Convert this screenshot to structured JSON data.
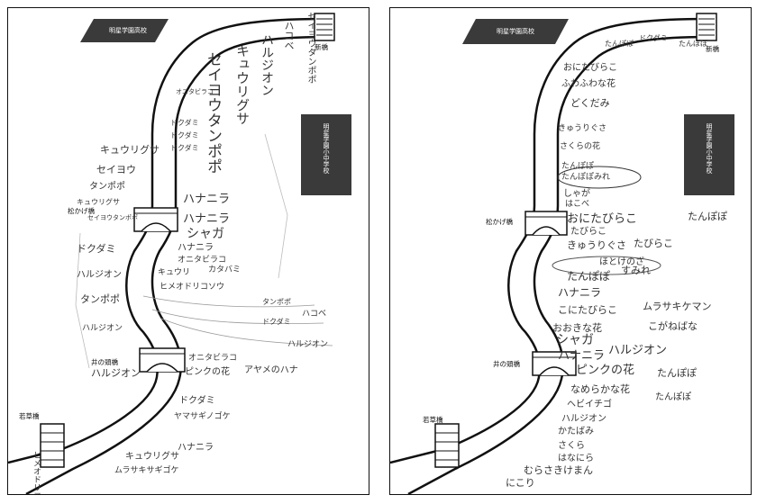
{
  "maps": [
    {
      "id": "map-1",
      "landmarks": {
        "high_school": "明星学園高校",
        "middle_school": "明星学園小中学校"
      },
      "bridges": {
        "top": "新橋",
        "middle": "松かげ橋",
        "lower": "井の頭橋",
        "bottom": "若草橋"
      },
      "notes": [
        "セイヨウタンポポ",
        "ハコベ",
        "ハルジオン",
        "キュウリグサ",
        "セイヨウタンポポ",
        "オニタビラコ",
        "ドクダミ",
        "ドクダミ",
        "ドクダミ",
        "キュウリグサ",
        "セイヨウ",
        "タンポポ",
        "キュウリグサ",
        "セイヨウタンポポ",
        "ハナニラ",
        "ハナニラ",
        "シャガ",
        "ドクダミ",
        "ハルジオン",
        "タンポポ",
        "ハルジオン",
        "ハナニラ",
        "オニタビラコ",
        "キュウリ",
        "カタバミ",
        "ヒメオドリコソウ",
        "タンポポ",
        "ハコベ",
        "ドクダミ",
        "ハルジオン",
        "オニタビラコ",
        "ハルジオン",
        "ピンクの花",
        "アヤメのハナ",
        "ドクダミ",
        "ヤマサギノゴケ",
        "ハナニラ",
        "キュウリグサ",
        "ムラサキサギゴケ",
        "ヒメオドリコソウ"
      ]
    },
    {
      "id": "map-2",
      "landmarks": {
        "high_school": "明星学園高校",
        "middle_school": "明星学園小中学校"
      },
      "bridges": {
        "top": "新橋",
        "middle": "松かげ橋",
        "lower": "井の頭橋",
        "bottom": "若草橋"
      },
      "notes": [
        "たんぽぽ",
        "ドクダミ",
        "たんぽぽ",
        "おにたびらこ",
        "ふわふわな花",
        "どくだみ",
        "きゅうりぐさ",
        "さくらの花",
        "たんぽぽ",
        "たんぽぽみれ",
        "しゃが",
        "おにたびらこ",
        "たんぽぽ",
        "はこべ",
        "たびらこ",
        "きゅうりぐさ",
        "たびらこ",
        "たんぽぽ",
        "ほとけのざ",
        "すみれ",
        "ハナニラ",
        "こにたびらこ",
        "ムラサキケマン",
        "おおきな花",
        "こがねばな",
        "シャガ",
        "ハナニラ",
        "ハルジオン",
        "ピンクの花",
        "たんぽぽ",
        "なめらかな花",
        "たんぽぽ",
        "ヘビイチゴ",
        "ハルジオン",
        "かたばみ",
        "さくら",
        "はなにら",
        "むらさきけまん",
        "にこり"
      ]
    }
  ]
}
